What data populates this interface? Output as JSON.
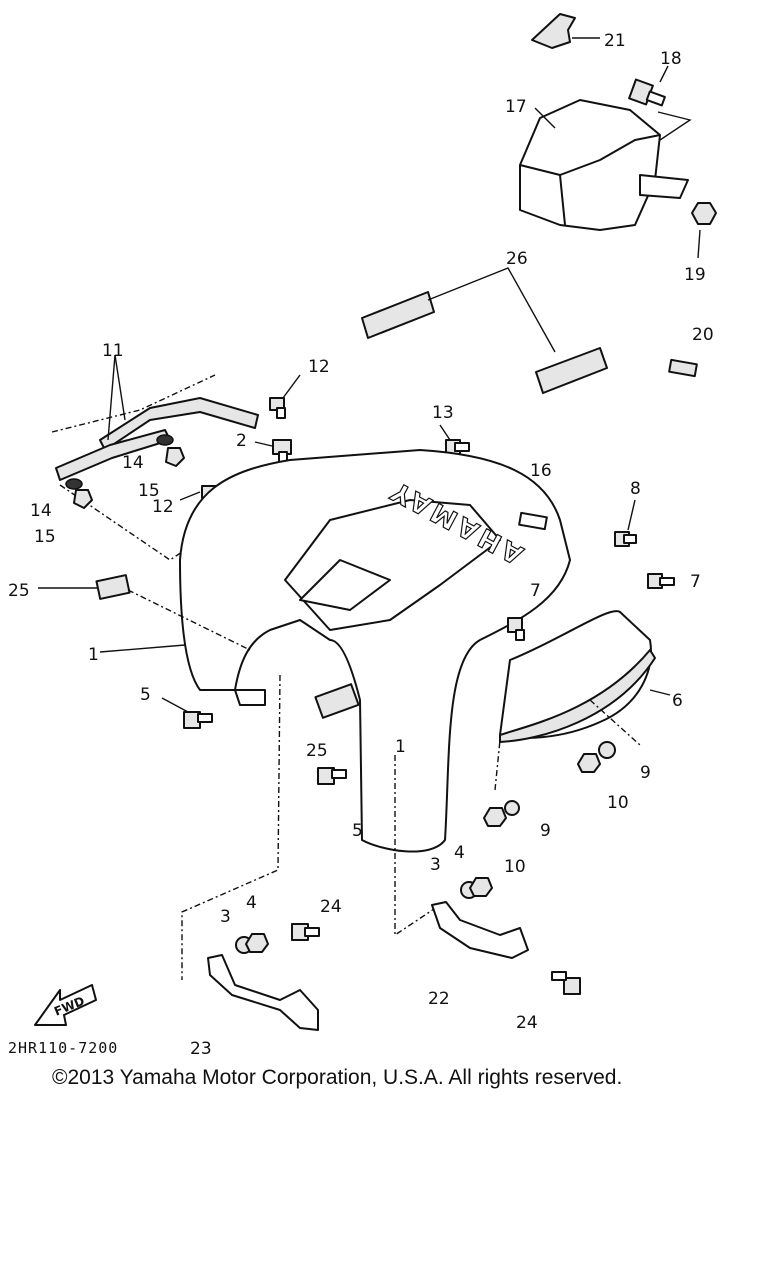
{
  "diagram": {
    "part_code": "2HR110-7200",
    "fwd_label": "FWD",
    "brand_text": "YAMAHA",
    "callouts": [
      "1",
      "1",
      "2",
      "3",
      "3",
      "4",
      "4",
      "5",
      "5",
      "6",
      "7",
      "7",
      "8",
      "9",
      "9",
      "10",
      "10",
      "11",
      "12",
      "12",
      "13",
      "14",
      "14",
      "15",
      "15",
      "16",
      "17",
      "18",
      "19",
      "20",
      "21",
      "22",
      "23",
      "24",
      "24",
      "25",
      "25",
      "26"
    ]
  },
  "footer": {
    "copyright": "©2013 Yamaha Motor Corporation, U.S.A. All rights reserved."
  }
}
